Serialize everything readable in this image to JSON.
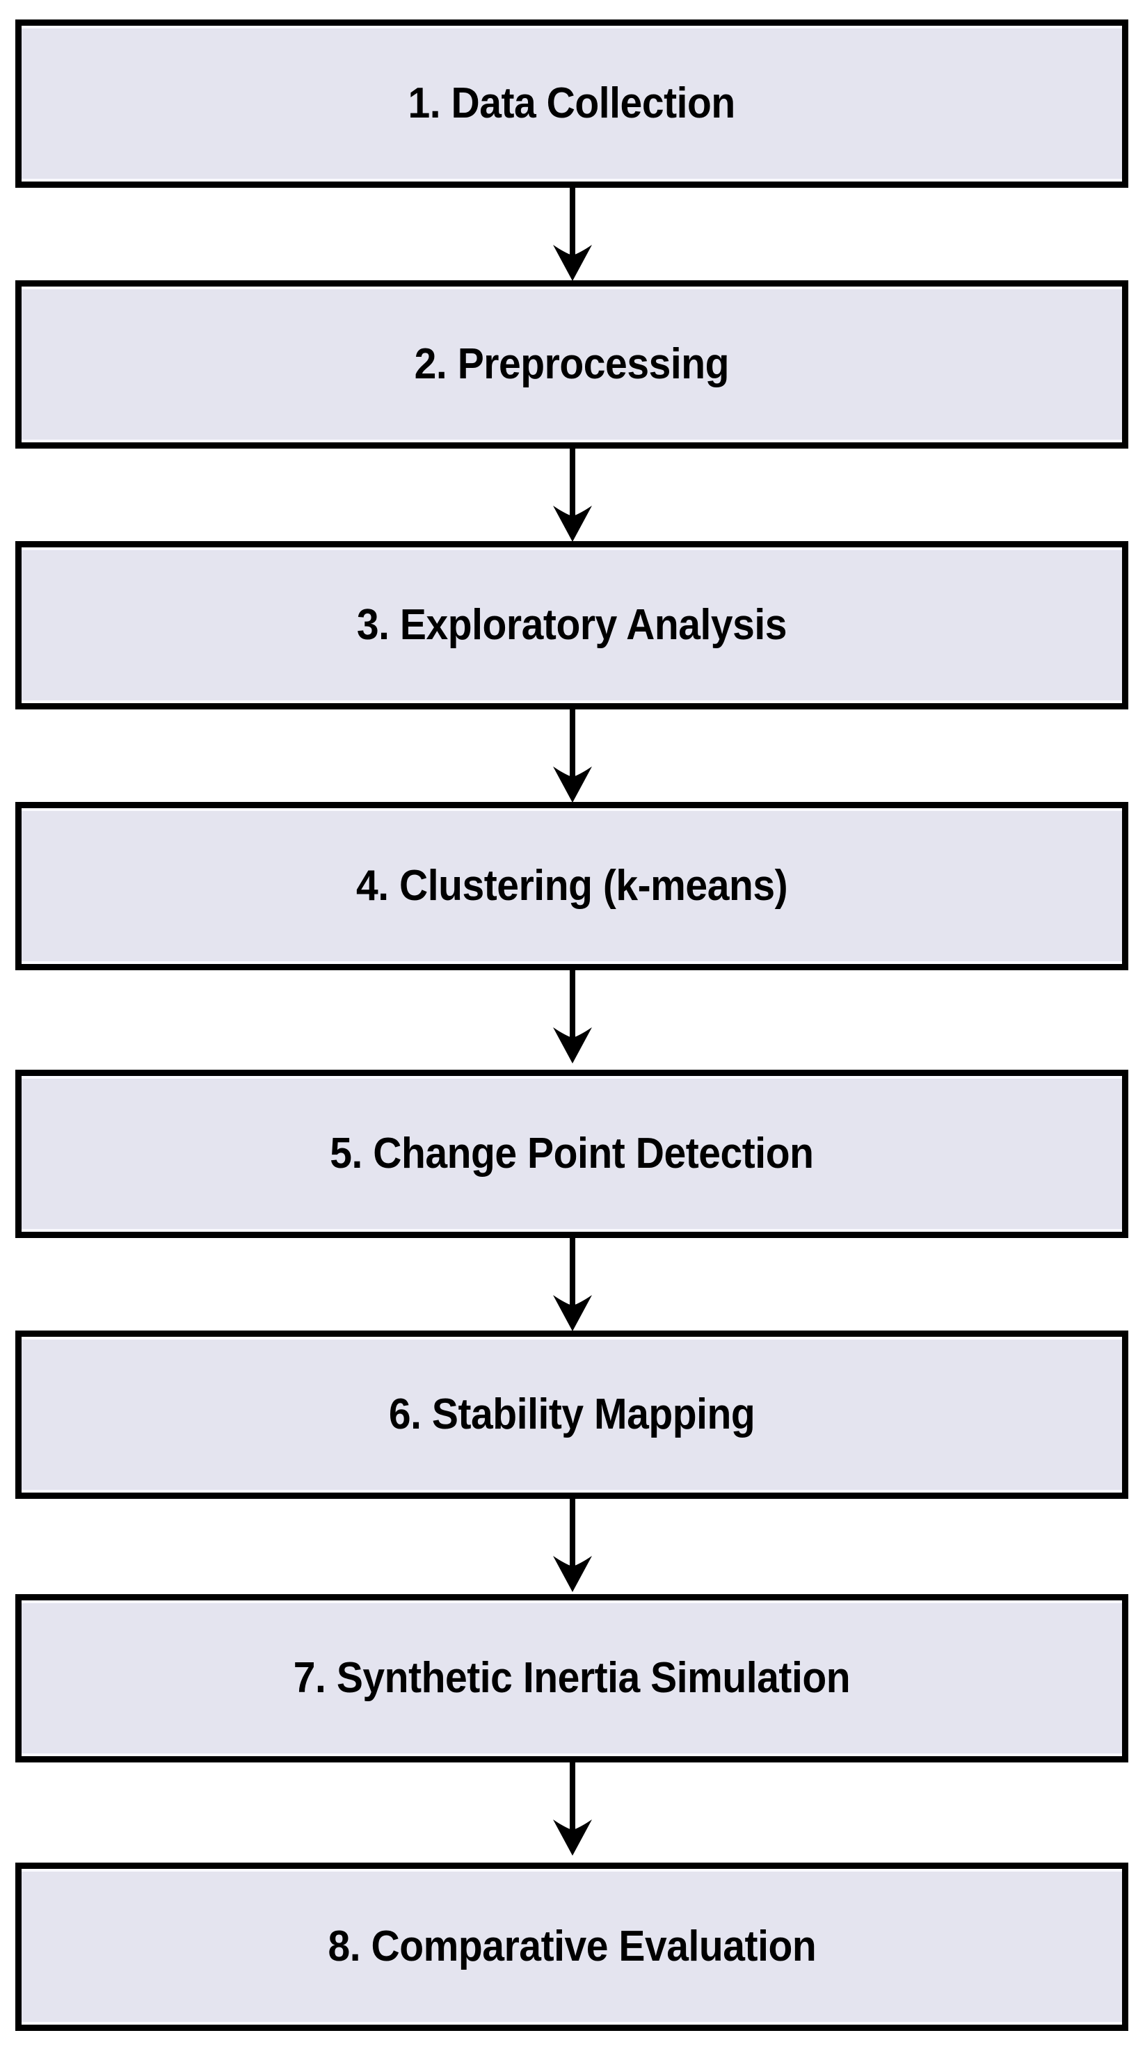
{
  "diagram": {
    "type": "flowchart",
    "orientation": "vertical",
    "title": "",
    "node_count": 8,
    "connector_count": 7,
    "colors": {
      "node_fill": "#E4E4EF",
      "node_border": "#000000",
      "text": "#000000",
      "background": "#FFFFFF",
      "arrow": "#000000"
    },
    "nodes": [
      {
        "id": "step-1",
        "step": "1",
        "label": "1. Data Collection"
      },
      {
        "id": "step-2",
        "step": "2",
        "label": "2. Preprocessing"
      },
      {
        "id": "step-3",
        "step": "3",
        "label": "3. Exploratory Analysis"
      },
      {
        "id": "step-4",
        "step": "4",
        "label": "4. Clustering (k-means)"
      },
      {
        "id": "step-5",
        "step": "5",
        "label": "5. Change Point Detection"
      },
      {
        "id": "step-6",
        "step": "6",
        "label": "6. Stability Mapping"
      },
      {
        "id": "step-7",
        "step": "7",
        "label": "7. Synthetic Inertia Simulation"
      },
      {
        "id": "step-8",
        "step": "8",
        "label": "8. Comparative Evaluation"
      }
    ],
    "edges": [
      {
        "from": "step-1",
        "to": "step-2",
        "label": "",
        "arrowhead": "barbed-down"
      },
      {
        "from": "step-2",
        "to": "step-3",
        "label": "",
        "arrowhead": "barbed-down"
      },
      {
        "from": "step-3",
        "to": "step-4",
        "label": "",
        "arrowhead": "barbed-down"
      },
      {
        "from": "step-4",
        "to": "step-5",
        "label": "",
        "arrowhead": "barbed-down"
      },
      {
        "from": "step-5",
        "to": "step-6",
        "label": "",
        "arrowhead": "barbed-down"
      },
      {
        "from": "step-6",
        "to": "step-7",
        "label": "",
        "arrowhead": "barbed-down"
      },
      {
        "from": "step-7",
        "to": "step-8",
        "label": "",
        "arrowhead": "barbed-down"
      }
    ]
  }
}
